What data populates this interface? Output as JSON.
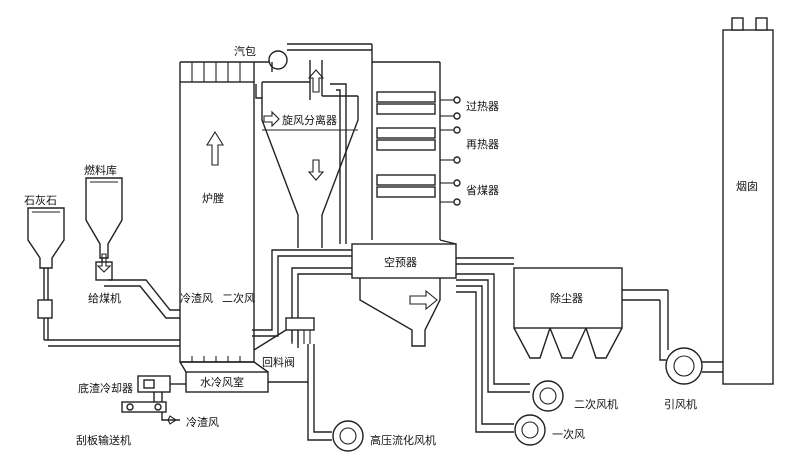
{
  "labels": {
    "drum": "汽包",
    "fuel_bin": "燃料库",
    "limestone": "石灰石",
    "cyclone": "旋风分离器",
    "furnace": "炉膛",
    "superheater": "过热器",
    "reheater": "再热器",
    "economizer": "省煤器",
    "chimney": "烟囱",
    "coal_feeder": "给煤机",
    "cold_slag_air_top": "冷渣风",
    "secondary_air_top": "二次风",
    "air_preheater": "空预器",
    "dust_collector": "除尘器",
    "return_valve": "回料阀",
    "water_cooled_windbox": "水冷风室",
    "bottom_ash_cooler": "底渣冷却器",
    "scraper_conveyor": "刮板输送机",
    "cold_slag_air_bottom": "冷渣风",
    "secondary_fan": "二次风机",
    "induced_fan": "引风机",
    "primary_fan": "一次风",
    "hp_fluidizing_fan": "高压流化风机"
  }
}
